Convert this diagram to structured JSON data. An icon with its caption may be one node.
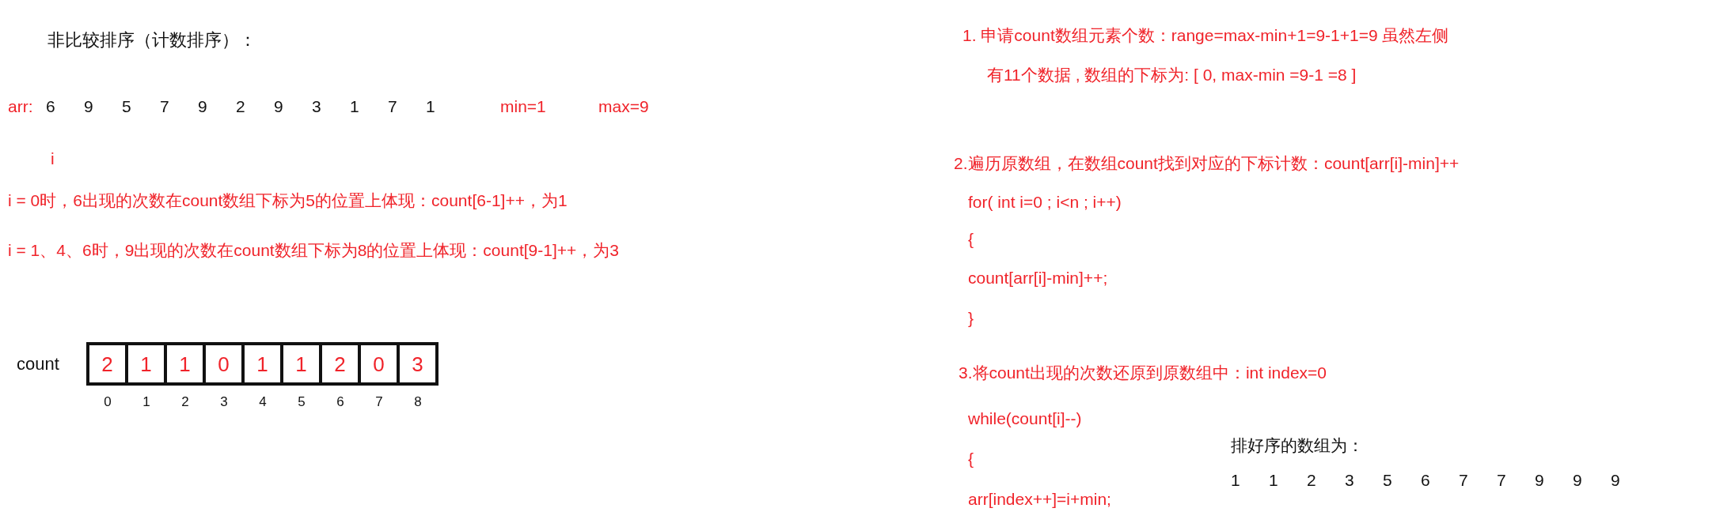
{
  "diagram": {
    "title": "非比较排序（计数排序）：",
    "nodes": [
      {
        "text": [
          "count"
        ]
      },
      {
        "text": [
          "2"
        ],
        "in": 0
      },
      {
        "text": [
          "1"
        ],
        "in": 0
      },
      {
        "text": [
          "1"
        ],
        "in": 0
      },
      {
        "text": [
          "0"
        ],
        "in": 0
      },
      {
        "text": [
          "1"
        ],
        "in": 0
      },
      {
        "text": [
          "1"
        ],
        "in": 0
      },
      {
        "text": [
          "2"
        ],
        "in": 0
      },
      {
        "text": [
          "0"
        ],
        "in": 0
      },
      {
        "text": [
          "3"
        ],
        "in": 0
      }
    ],
    "edges": [],
    "labels": [
      "arr:",
      "6",
      "9",
      "5",
      "7",
      "9",
      "2",
      "9",
      "3",
      "1",
      "7",
      "1",
      "min=1",
      "max=9",
      "i",
      "i = 0时，6出现的次数在count数组下标为5的位置上体现：count[6-1]++，为1",
      "i = 1、4、6时，9出现的次数在count数组下标为8的位置上体现：count[9-1]++，为3",
      "0",
      "1",
      "2",
      "3",
      "4",
      "5",
      "6",
      "7",
      "8",
      "1. 申请count数组元素个数：range=max-min+1=9-1+1=9  虽然左侧",
      "有11个数据 , 数组的下标为:  [ 0, max-min =9-1 =8 ]",
      "2.遍历原数组，在数组count找到对应的下标计数：count[arr[i]-min]++",
      "for( int i=0 ; i<n ; i++)",
      "{",
      "count[arr[i]-min]++;",
      "}",
      "3.将count出现的次数还原到原数组中：int index=0",
      "while(count[i]--)",
      "{",
      "arr[index++]=i+min;",
      "排好序的数组为：",
      "1",
      "1",
      "2",
      "3",
      "5",
      "6",
      "7",
      "7",
      "9",
      "9",
      "9"
    ]
  }
}
